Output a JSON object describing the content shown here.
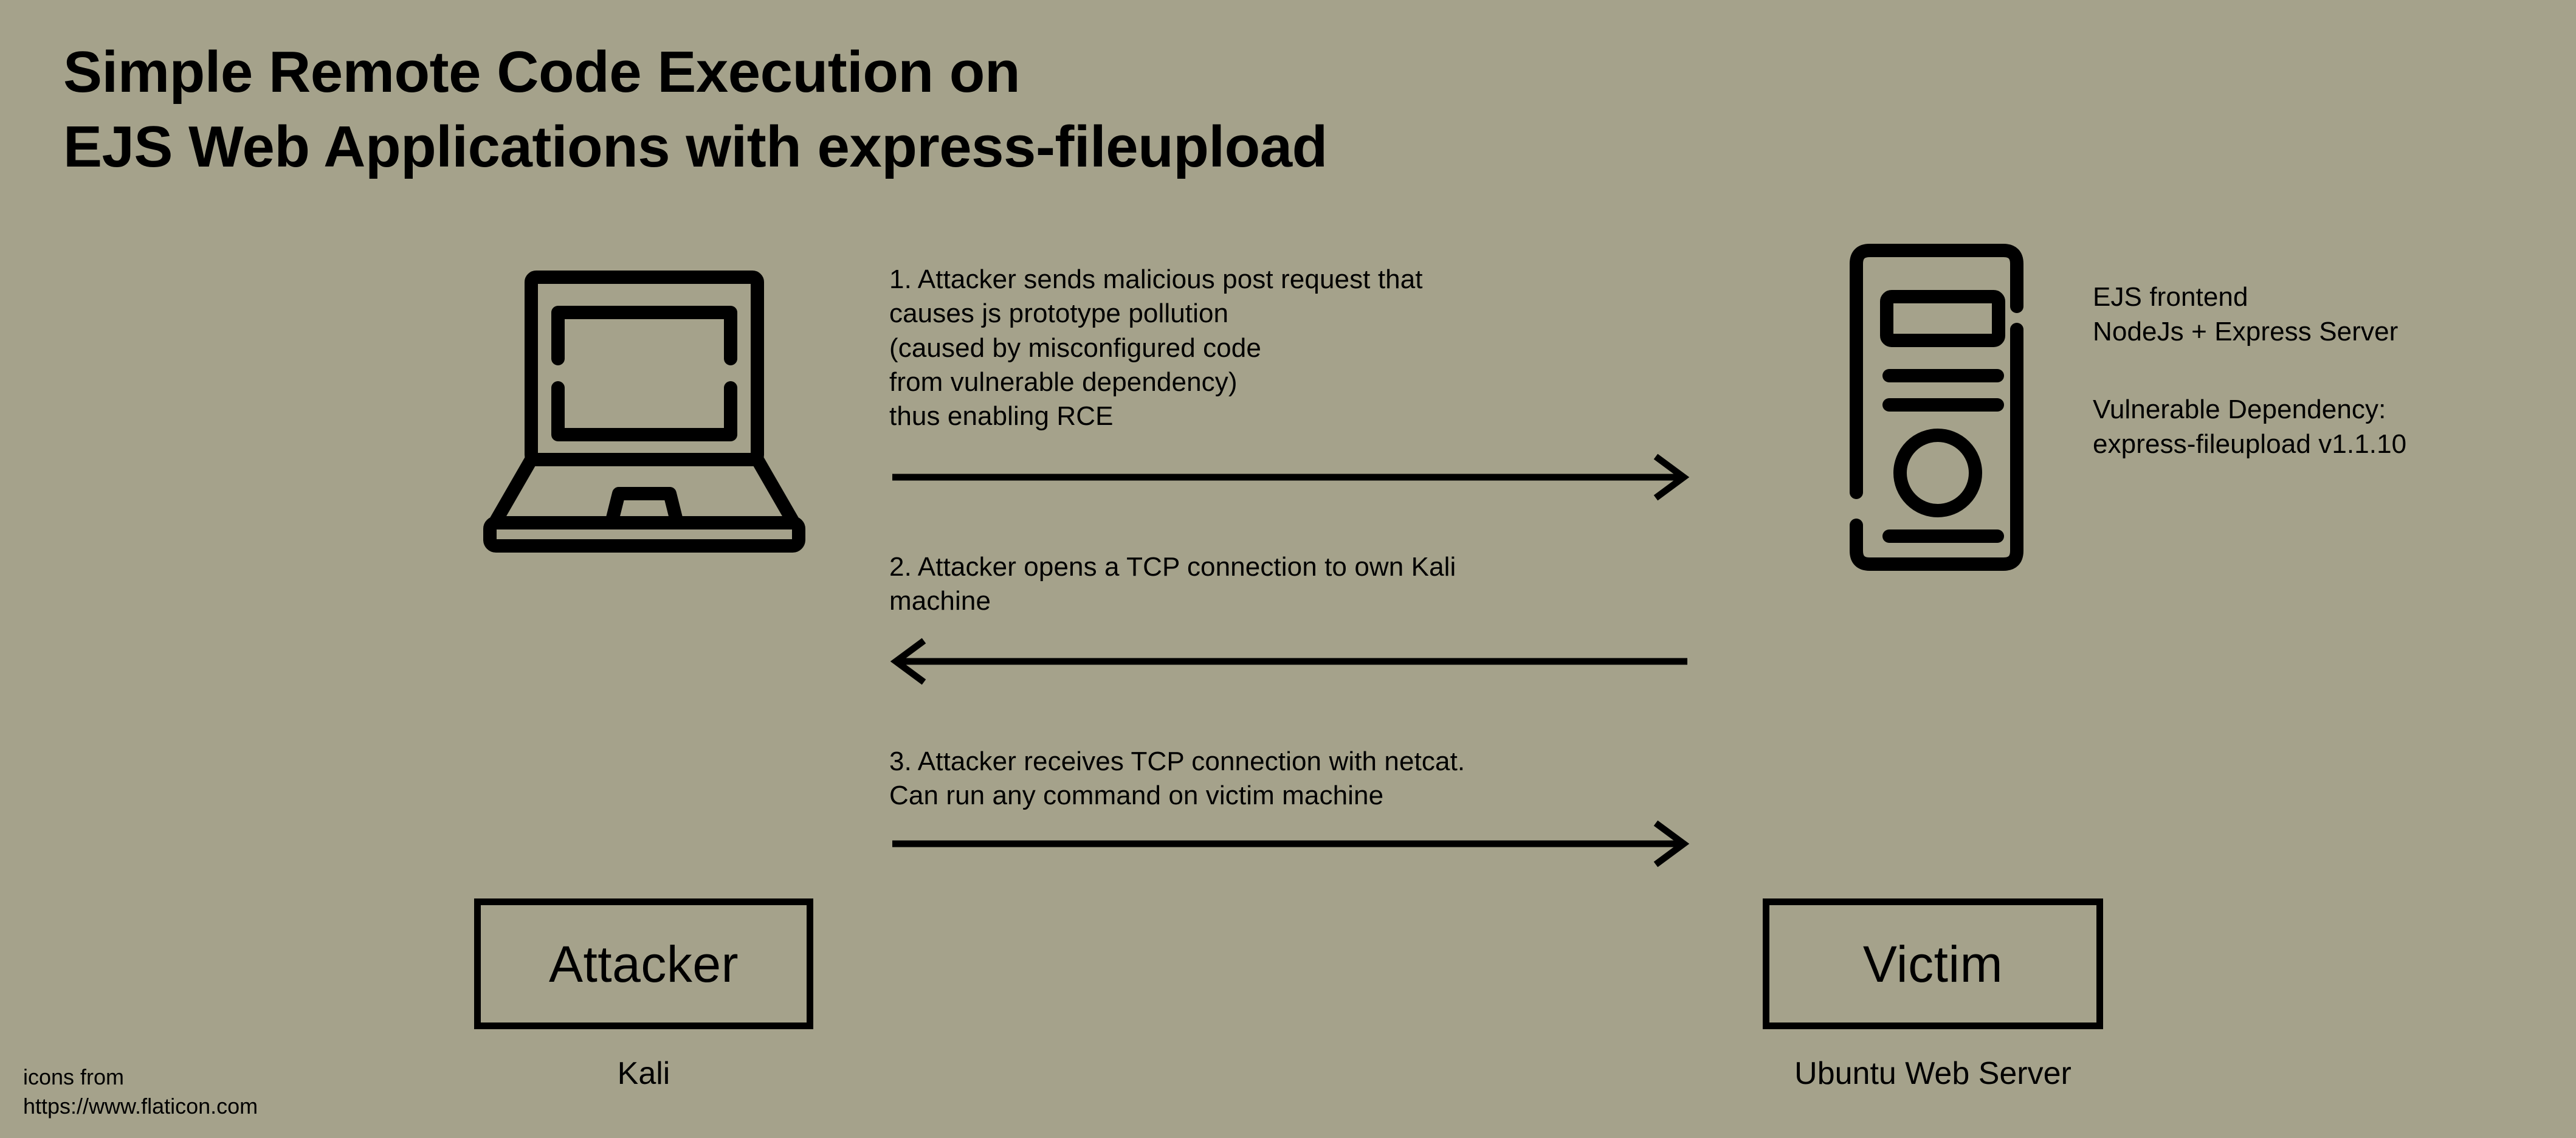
{
  "background_color": "#a5a28b",
  "ink_color": "#000000",
  "title": "Simple Remote Code Execution on\nEJS Web Applications with express-fileupload",
  "nodes": {
    "attacker": {
      "icon": "laptop-icon",
      "box_label": "Attacker",
      "sublabel": "Kali"
    },
    "victim": {
      "icon": "server-tower-icon",
      "box_label": "Victim",
      "sublabel": "Ubuntu Web Server",
      "notes": [
        "EJS frontend\nNodeJs + Express Server",
        "Vulnerable Dependency:\nexpress-fileupload v1.1.10"
      ]
    }
  },
  "steps": [
    {
      "number": "1",
      "text": "1. Attacker sends malicious post request that\ncauses js prototype pollution\n(caused by misconfigured code\nfrom vulnerable dependency)\nthus enabling RCE",
      "direction": "right",
      "from": "attacker",
      "to": "victim"
    },
    {
      "number": "2",
      "text": "2. Attacker opens a TCP connection to own Kali\nmachine",
      "direction": "left",
      "from": "victim",
      "to": "attacker"
    },
    {
      "number": "3",
      "text": "3. Attacker receives TCP connection with netcat.\nCan run any command on victim machine",
      "direction": "right",
      "from": "attacker",
      "to": "victim"
    }
  ],
  "credit": "icons from\nhttps://www.flaticon.com"
}
